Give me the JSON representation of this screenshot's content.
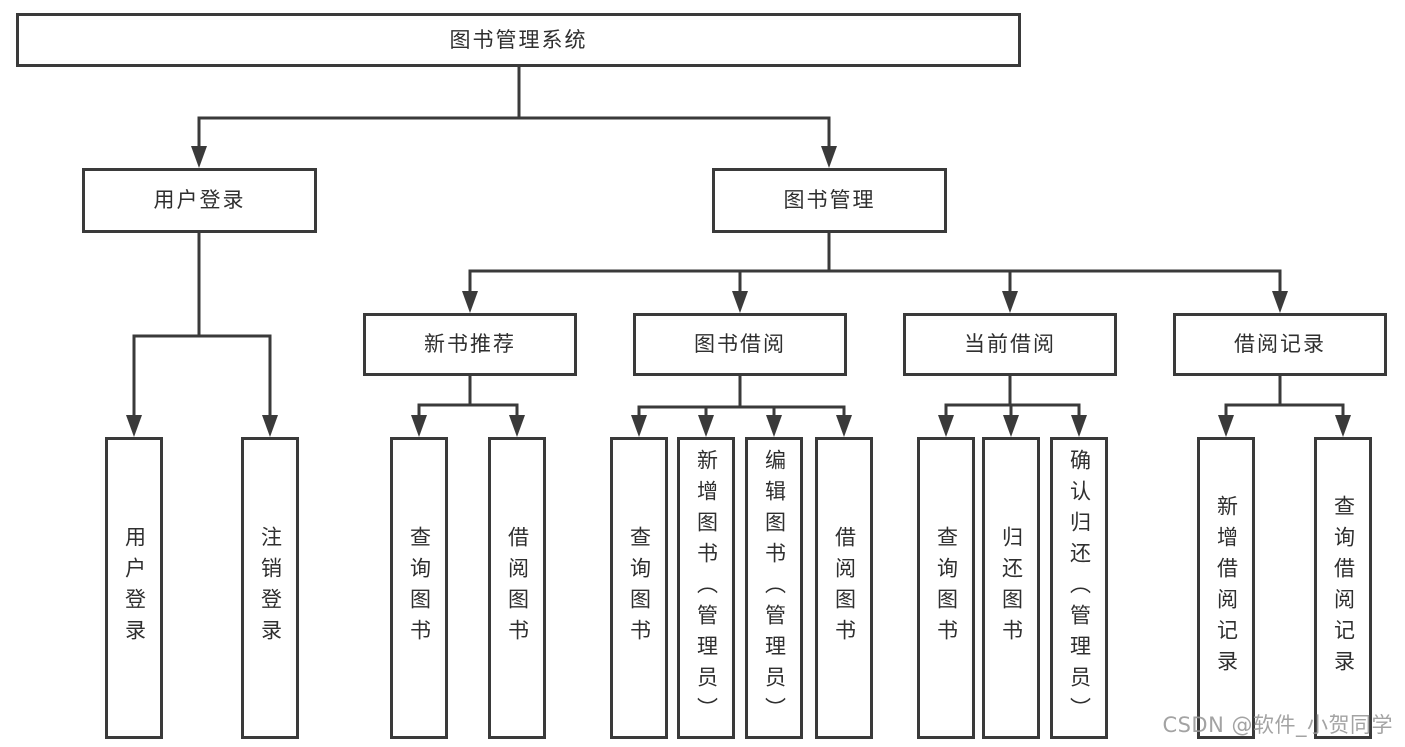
{
  "tree": {
    "root": {
      "label": "图书管理系统"
    },
    "branches": [
      {
        "label": "用户登录",
        "children": [
          {
            "label": "用户登录"
          },
          {
            "label": "注销登录"
          }
        ]
      },
      {
        "label": "图书管理",
        "children": [
          {
            "label": "新书推荐",
            "children": [
              {
                "label": "查询图书"
              },
              {
                "label": "借阅图书"
              }
            ]
          },
          {
            "label": "图书借阅",
            "children": [
              {
                "label": "查询图书"
              },
              {
                "label": "新增图书（管理员）"
              },
              {
                "label": "编辑图书（管理员）"
              },
              {
                "label": "借阅图书"
              }
            ]
          },
          {
            "label": "当前借阅",
            "children": [
              {
                "label": "查询图书"
              },
              {
                "label": "归还图书"
              },
              {
                "label": "确认归还（管理员）"
              }
            ]
          },
          {
            "label": "借阅记录",
            "children": [
              {
                "label": "新增借阅记录"
              },
              {
                "label": "查询借阅记录"
              }
            ]
          }
        ]
      }
    ]
  },
  "watermark": "CSDN @软件_小贺同学",
  "colors": {
    "line": "#3a3a3a",
    "text": "#2f2f2f",
    "background": "#ffffff",
    "watermark": "#969696"
  }
}
